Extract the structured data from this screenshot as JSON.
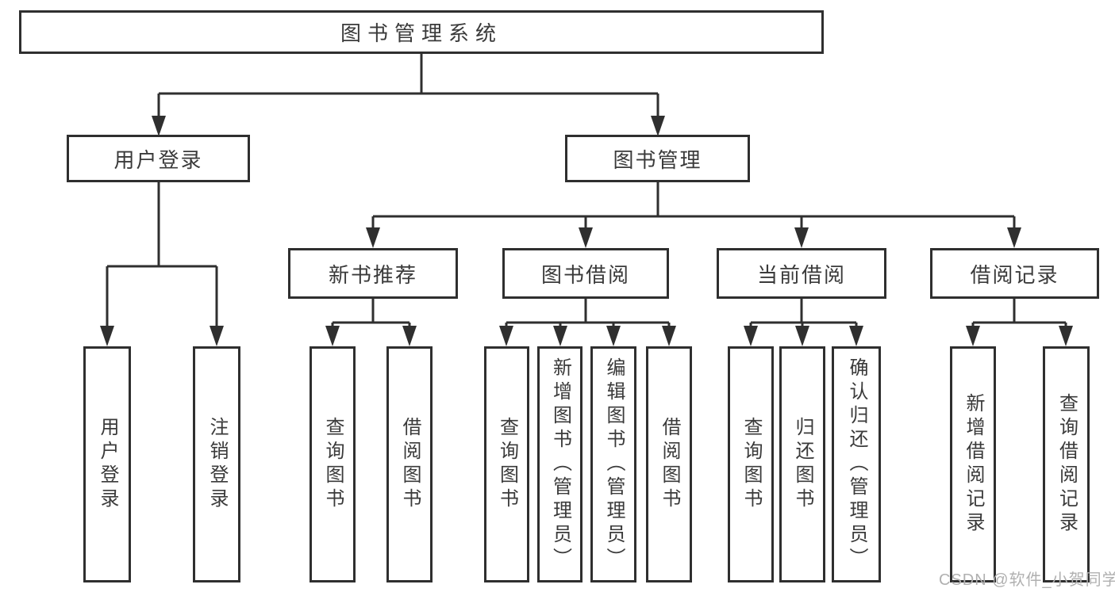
{
  "diagram": {
    "root": {
      "label": "图书管理系统"
    },
    "branches": [
      {
        "label": "用户登录",
        "children": [
          {
            "label": "用户登录"
          },
          {
            "label": "注销登录"
          }
        ]
      },
      {
        "label": "图书管理",
        "children": [
          {
            "label": "新书推荐",
            "children": [
              {
                "label": "查询图书"
              },
              {
                "label": "借阅图书"
              }
            ]
          },
          {
            "label": "图书借阅",
            "children": [
              {
                "label": "查询图书"
              },
              {
                "label": "新增图书（管理员）"
              },
              {
                "label": "编辑图书（管理员）"
              },
              {
                "label": "借阅图书"
              }
            ]
          },
          {
            "label": "当前借阅",
            "children": [
              {
                "label": "查询图书"
              },
              {
                "label": "归还图书"
              },
              {
                "label": "确认归还（管理员）"
              }
            ]
          },
          {
            "label": "借阅记录",
            "children": [
              {
                "label": "新增借阅记录"
              },
              {
                "label": "查询借阅记录"
              }
            ]
          }
        ]
      }
    ]
  },
  "watermark": {
    "text": "CSDN @软件_小贺同学"
  },
  "colors": {
    "line": "#2f2f2f",
    "border": "#2f2f2f",
    "text": "#3a3a3a",
    "watermark": "#b0b0b0",
    "background": "#ffffff"
  }
}
